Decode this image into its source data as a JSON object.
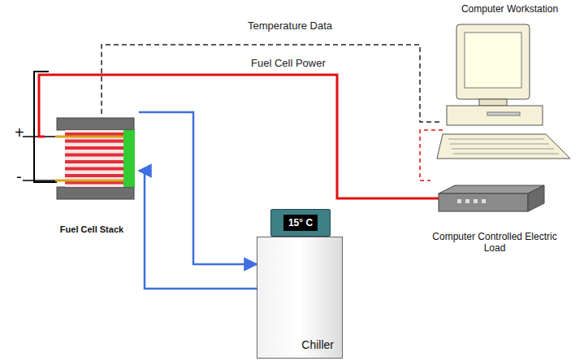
{
  "diagram": {
    "nodes": [
      {
        "text": [
          "Fuel Cell Stack"
        ]
      },
      {
        "text": [
          "Computer Workstation"
        ]
      },
      {
        "text": [
          "15° C"
        ]
      },
      {
        "text": [
          "Chiller"
        ]
      },
      {
        "text": [
          "Computer Controlled Electric Load"
        ]
      }
    ],
    "edges": [
      {
        "from": 0,
        "to": 1,
        "arrow": "none",
        "label": "Temperature Data"
      },
      {
        "from": 0,
        "to": 4,
        "arrow": "none",
        "label": "Fuel Cell Power"
      },
      {
        "from": 1,
        "to": 4,
        "arrow": "none"
      },
      {
        "from": 0,
        "to": 3,
        "arrow": "to"
      },
      {
        "from": 3,
        "to": 0,
        "arrow": "to"
      }
    ],
    "labels": [
      "+",
      "-"
    ]
  }
}
